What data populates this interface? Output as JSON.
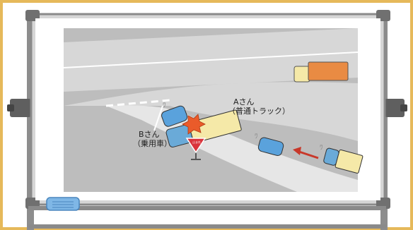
{
  "labels": {
    "a_name": "Aさん",
    "a_vehicle": "（普通トラック）",
    "b_name": "Bさん",
    "b_vehicle": "（乗用車）",
    "stop_sign": "止まれ"
  },
  "colors": {
    "frame_border": "#e6b95a",
    "board_stand": "#8a8a8a",
    "road": "#d7d7d7",
    "ground": "#bdbdbd",
    "truck_cab": "#6aaad8",
    "truck_cargo": "#f5e9a8",
    "car_blue": "#5aa2dc",
    "far_truck_cargo": "#e98b43",
    "collision": "#ea5b2a",
    "arrow": "#c8382a",
    "stop_sign": "#d9343b"
  }
}
